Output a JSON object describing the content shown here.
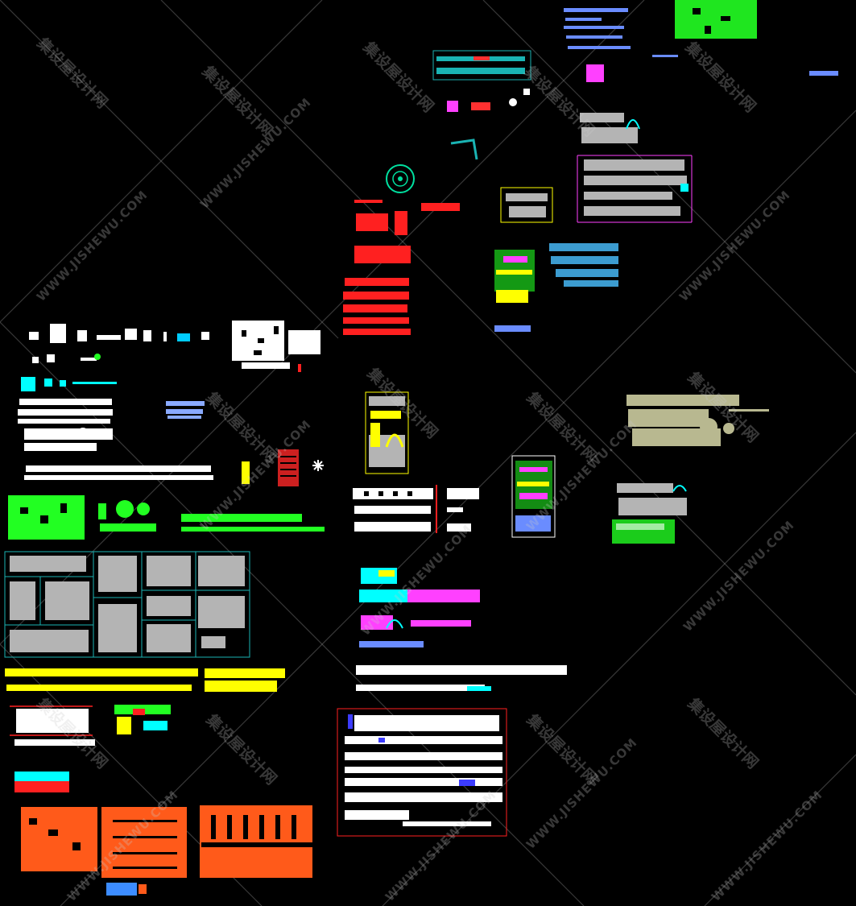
{
  "watermark": {
    "cn": "集设屋设计网",
    "en": "WWW.JISHEWU.COM"
  },
  "colors": {
    "background": "#000000",
    "white": "#ffffff",
    "red": "#ff2020",
    "orange": "#ff5a1a",
    "yellow": "#ffff00",
    "green": "#22ff22",
    "cyan": "#00ffff",
    "teal": "#1ab3b3",
    "blue": "#3c8cff",
    "magenta": "#ff40ff",
    "gray": "#b4b4b4",
    "olive": "#b8b890"
  },
  "frames": [
    {
      "id": "frame-top-cyan",
      "color": "teal"
    },
    {
      "id": "frame-magenta-panel",
      "color": "magenta"
    },
    {
      "id": "frame-yellow-box",
      "color": "yellow"
    },
    {
      "id": "frame-yellow-tall",
      "color": "yellow"
    },
    {
      "id": "frame-white-tall",
      "color": "white"
    },
    {
      "id": "frame-cyan-grid",
      "color": "teal"
    },
    {
      "id": "frame-red-catalog",
      "color": "red"
    }
  ]
}
